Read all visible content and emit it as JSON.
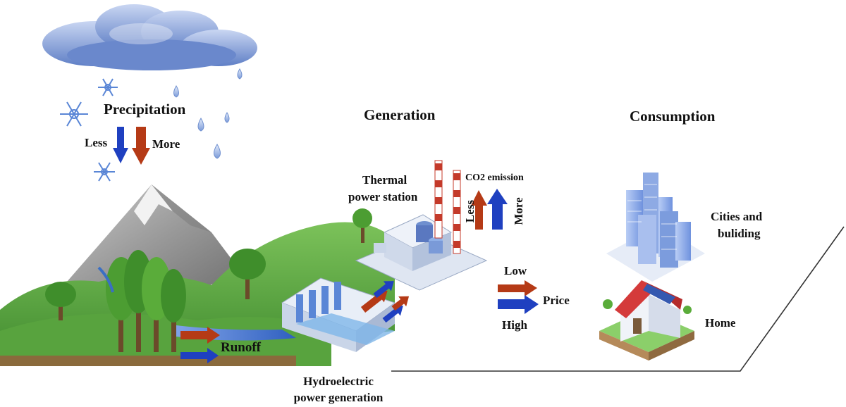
{
  "precipitation": {
    "title": "Precipitation",
    "less": "Less",
    "more": "More"
  },
  "generation": {
    "title": "Generation",
    "thermal_line1": "Thermal",
    "thermal_line2": "power station",
    "co2_title": "CO2 emission",
    "co2_less": "Less",
    "co2_more": "More",
    "runoff": "Runoff",
    "hydro_line1": "Hydroelectric",
    "hydro_line2": "power generation"
  },
  "price": {
    "low": "Low",
    "high": "High",
    "label": "Price"
  },
  "consumption": {
    "title": "Consumption",
    "cities_line1": "Cities and",
    "cities_line2": "buliding",
    "home": "Home"
  },
  "colors": {
    "red_arrow": "#b53a16",
    "blue_arrow": "#1f40c0",
    "mountain": "#8f8f8f",
    "hill": "#4f9a3c",
    "water": "#3a6fc4",
    "cloud": "#7f9bd8"
  }
}
